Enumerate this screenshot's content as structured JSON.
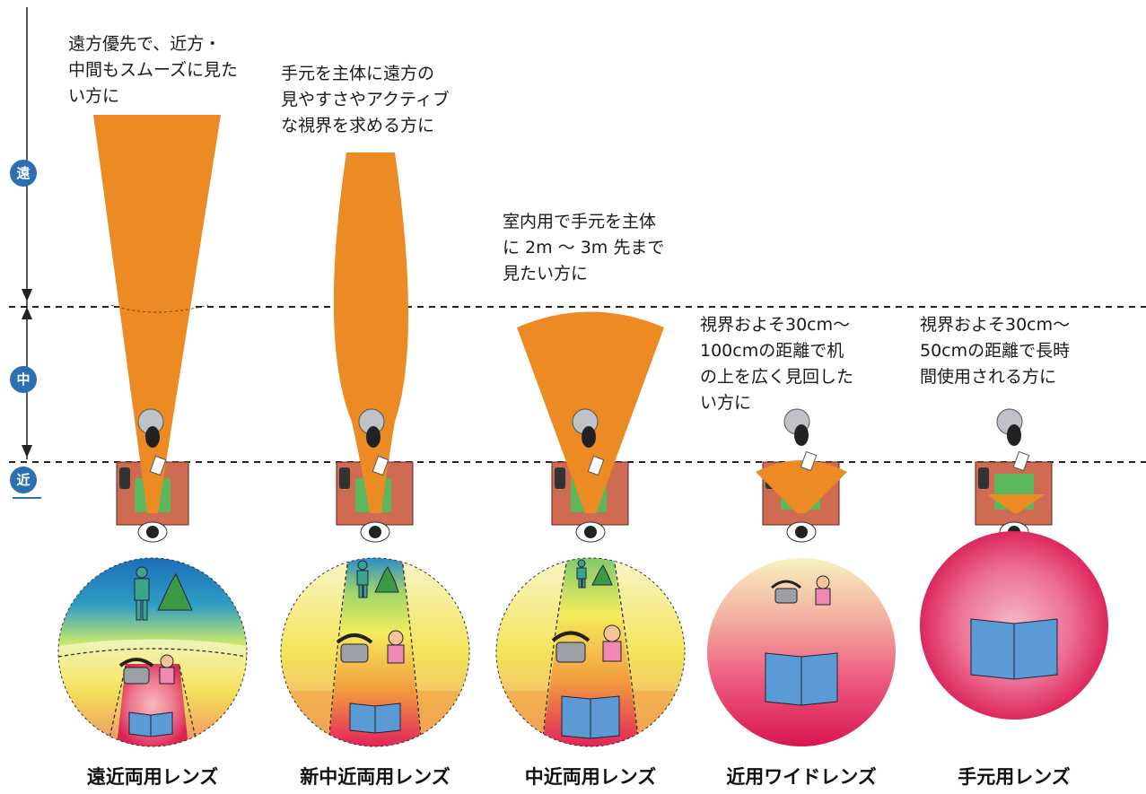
{
  "zones": {
    "far": "遠",
    "mid": "中",
    "near": "近"
  },
  "colors": {
    "field": "#ec8a23",
    "desk": "#cf6b53",
    "pad": "#5cb75c",
    "zone_badge": "#2d6fb0",
    "person_far": "#3aa58b",
    "person_near": "#ef89b3",
    "book": "#5a9bd5"
  },
  "lenses": [
    {
      "name": "遠近両用レンズ",
      "desc": [
        "遠方優先で、近方・",
        "中間もスムーズに見た",
        "い方に"
      ]
    },
    {
      "name": "新中近両用レンズ",
      "desc": [
        "手元を主体に遠方の",
        "見やすさやアクティブ",
        "な視界を求める方に"
      ]
    },
    {
      "name": "中近両用レンズ",
      "desc": [
        "室内用で手元を主体",
        "に 2m 〜 3m 先まで",
        "見たい方に"
      ]
    },
    {
      "name": "近用ワイドレンズ",
      "desc": [
        "視界およそ30cm〜",
        "100cmの距離で机",
        "の上を広く見回した",
        "い方に"
      ]
    },
    {
      "name": "手元用レンズ",
      "desc": [
        "視界およそ30cm〜",
        "50cmの距離で長時",
        "間使用される方に"
      ]
    }
  ]
}
